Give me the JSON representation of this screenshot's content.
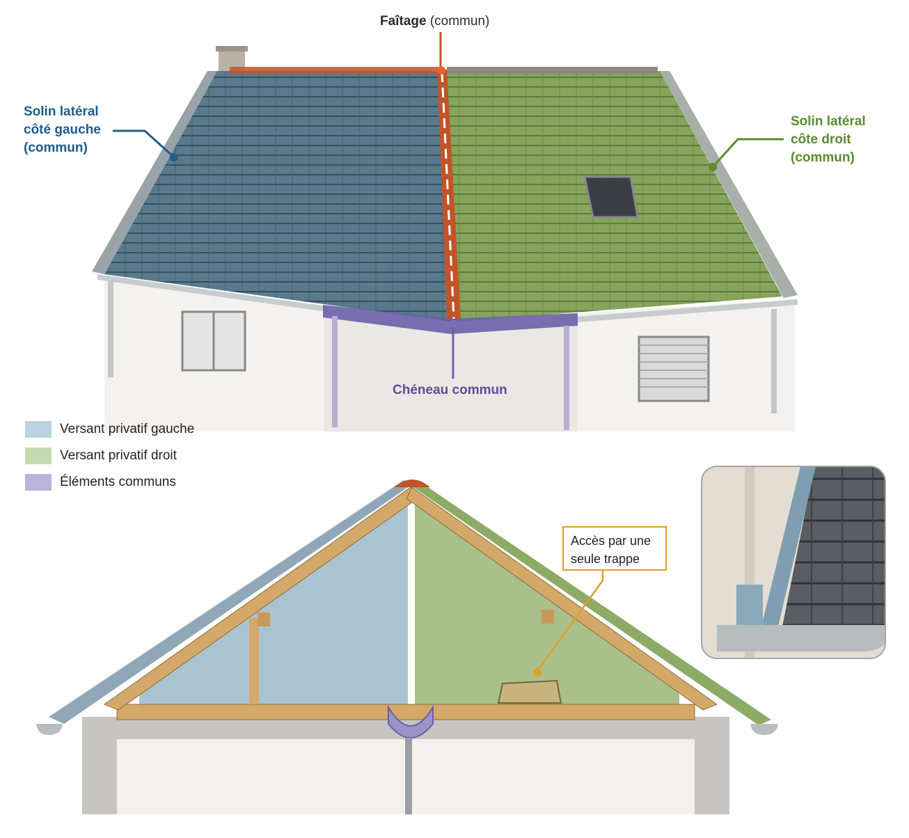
{
  "labels": {
    "ridge_bold": "Faîtage",
    "ridge_paren": "(commun)",
    "left_flashing": [
      "Solin latéral",
      "côté gauche",
      "(commun)"
    ],
    "right_flashing": [
      "Solin latéral",
      "côte droit",
      "(commun)"
    ],
    "gutter": "Chéneau commun"
  },
  "legend": [
    {
      "label": "Versant privatif gauche",
      "color": "#bcd3e0"
    },
    {
      "label": "Versant privatif droit",
      "color": "#c6dab0"
    },
    {
      "label": "Éléments communs",
      "color": "#bcb4d8"
    }
  ],
  "callout": {
    "lines": [
      "Accès par une",
      "seule trappe"
    ]
  },
  "colors": {
    "left_slope": "#4f6f80",
    "right_slope": "#7d9c56",
    "common_ridge": "#c2542a",
    "common_gutter": "#6a5fa8",
    "left_accent": "#1f5c8a",
    "right_accent": "#5b8a2e",
    "callout_accent": "#e0a020",
    "attic_left": "#a9c3d1",
    "attic_right": "#a9c08a",
    "timber": "#d4a868",
    "wall": "#f2f1ee"
  }
}
